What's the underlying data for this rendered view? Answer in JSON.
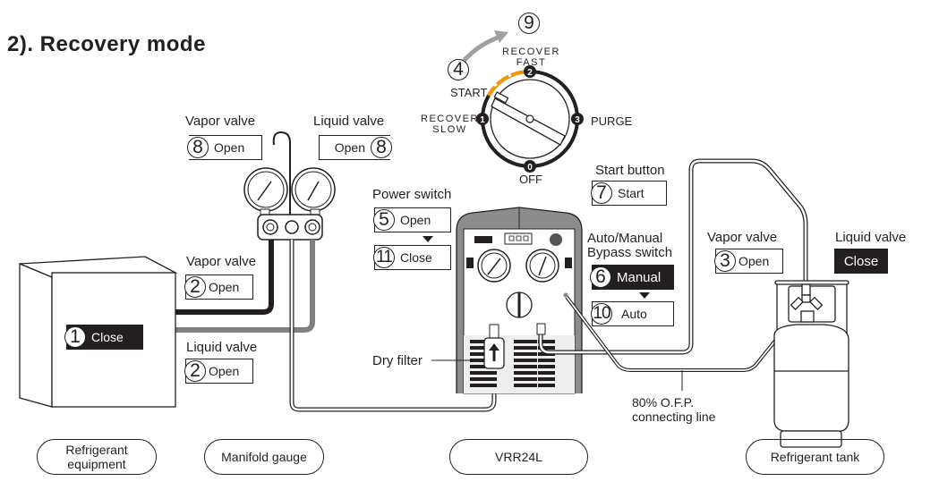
{
  "title": "2). Recovery mode",
  "dial": {
    "step_start": "4",
    "step_end": "9",
    "positions": {
      "recover_fast": "RECOVER\nFAST",
      "start": "START",
      "recover_slow": "RECOVER\nSLOW",
      "purge": "PURGE",
      "off": "OFF"
    },
    "markers": [
      "0",
      "1",
      "2",
      "3"
    ],
    "accent_color": "#f39800"
  },
  "manifold": {
    "vapor_valve_label": "Vapor valve",
    "vapor_valve_step": "8",
    "vapor_valve_state": "Open",
    "liquid_valve_label": "Liquid valve",
    "liquid_valve_step": "8",
    "liquid_valve_state": "Open"
  },
  "equipment": {
    "step": "1",
    "state": "Close",
    "vapor_valve_label": "Vapor valve",
    "vapor_valve_step": "2",
    "vapor_valve_state": "Open",
    "liquid_valve_label": "Liquid valve",
    "liquid_valve_step": "2",
    "liquid_valve_state": "Open"
  },
  "power_switch": {
    "label": "Power switch",
    "open_step": "5",
    "open_state": "Open",
    "close_step": "11",
    "close_state": "Close"
  },
  "start_button": {
    "label": "Start button",
    "step": "7",
    "state": "Start"
  },
  "bypass_switch": {
    "label_line1": "Auto/Manual",
    "label_line2": "Bypass switch",
    "manual_step": "6",
    "manual_state": "Manual",
    "auto_step": "10",
    "auto_state": "Auto"
  },
  "tank": {
    "vapor_valve_label": "Vapor valve",
    "vapor_valve_step": "3",
    "vapor_valve_state": "Open",
    "liquid_valve_label": "Liquid valve",
    "liquid_valve_state": "Close"
  },
  "dry_filter_label": "Dry filter",
  "ofp_line_label_line1": "80% O.F.P.",
  "ofp_line_label_line2": "connecting line",
  "components": [
    {
      "label": "Refrigerant\nequipment"
    },
    {
      "label": "Manifold gauge"
    },
    {
      "label": "VRR24L"
    },
    {
      "label": "Refrigerant tank"
    }
  ]
}
